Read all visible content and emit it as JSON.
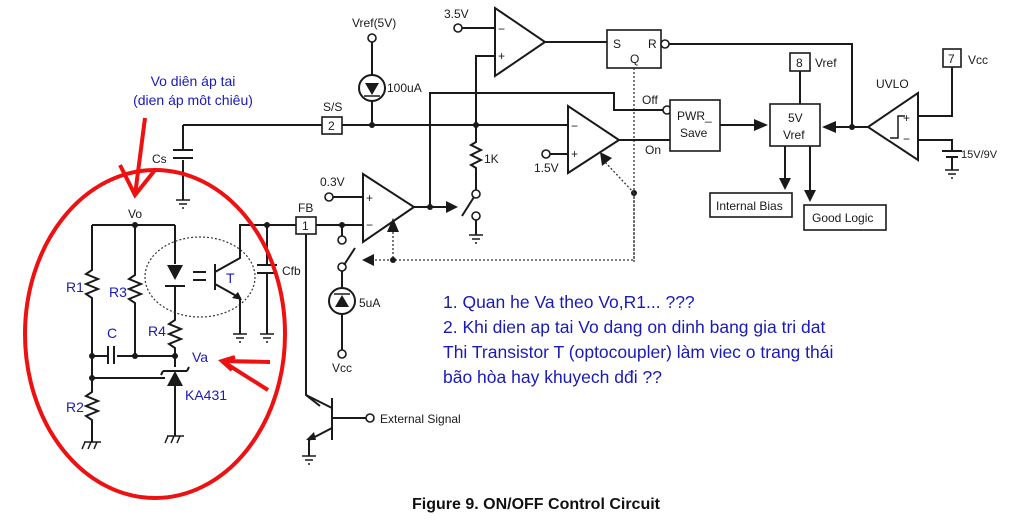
{
  "figure": {
    "caption": "Figure 9. ON/OFF Control Circuit"
  },
  "annotations": {
    "vo_note_line1": "Vo diên áp tai",
    "vo_note_line2": "(dien áp môt chiêu)",
    "question_lines": [
      "1. Quan he Va theo Vo,R1... ???",
      "2. Khi dien ap tai Vo dang on dinh bang gia tri dat",
      "Thi Transistor T (optocoupler) làm viec o trang thái",
      "bão hòa hay khuyech dđi ??"
    ],
    "highlight_color": "#ee1111",
    "annotation_color": "#1a1ab8"
  },
  "feedback_network": {
    "vo": "Vo",
    "r1": "R1",
    "r2": "R2",
    "r3": "R3",
    "r4": "R4",
    "c": "C",
    "va": "Va",
    "shunt_ref": "KA431",
    "opto_transistor": "T",
    "cfb": "Cfb",
    "cs": "Cs"
  },
  "pins": {
    "fb_label": "FB",
    "fb_num": "1",
    "ss_label": "S/S",
    "ss_num": "2",
    "vref_num": "8",
    "vref_label": "Vref",
    "vcc_num": "7",
    "vcc_label": "Vcc"
  },
  "sources": {
    "vref5": "Vref(5V)",
    "i100": "100uA",
    "v35": "3.5V",
    "v03": "0.3V",
    "v15": "1.5V",
    "r1k": "1K",
    "i5": "5uA",
    "vcc": "Vcc",
    "uvlo_thr": "15V/9V"
  },
  "blocks": {
    "latch_s": "S",
    "latch_r": "R",
    "latch_q": "Q",
    "off": "Off",
    "on": "On",
    "pwr_save_1": "PWR_",
    "pwr_save_2": "Save",
    "vref_block_1": "5V",
    "vref_block_2": "Vref",
    "uvlo": "UVLO",
    "internal_bias": "Internal Bias",
    "good_logic": "Good Logic",
    "external_signal": "External Signal"
  },
  "opamp_signs": {
    "plus": "+",
    "minus": "−"
  }
}
